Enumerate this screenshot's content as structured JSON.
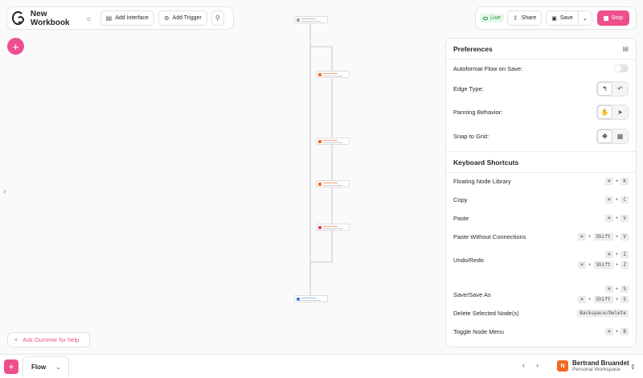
{
  "workbook": {
    "title": "New Workbook",
    "add_interface": "Add Interface",
    "add_trigger": "Add Trigger"
  },
  "status": {
    "live": "Live",
    "share": "Share",
    "save": "Save",
    "stop": "Stop"
  },
  "help": {
    "label": "Ask Gummie for help"
  },
  "preferences": {
    "title": "Preferences",
    "autoformat": "Autoformat Flow on Save:",
    "edge_type": "Edge Type:",
    "panning": "Panning Behavior:",
    "snap": "Snap to Grid:"
  },
  "shortcuts": {
    "title": "Keyboard Shortcuts",
    "items": [
      {
        "label": "Floating Node Library",
        "keys": [
          [
            "⌘",
            "+",
            "K"
          ]
        ]
      },
      {
        "label": "Copy",
        "keys": [
          [
            "⌘",
            "+",
            "C"
          ]
        ]
      },
      {
        "label": "Paste",
        "keys": [
          [
            "⌘",
            "+",
            "V"
          ]
        ]
      },
      {
        "label": "Paste Without Connections",
        "keys": [
          [
            "⌘",
            "+",
            "Shift",
            "+",
            "V"
          ]
        ]
      },
      {
        "label": "Undo/Redo",
        "keys": [
          [
            "⌘",
            "+",
            "Z"
          ],
          [
            "⌘",
            "+",
            "Shift",
            "+",
            "Z"
          ]
        ]
      },
      {
        "label": "Save/Save As",
        "keys": [
          [
            "⌘",
            "+",
            "S"
          ],
          [
            "⌘",
            "+",
            "Shift",
            "+",
            "S"
          ]
        ]
      },
      {
        "label": "Delete Selected Node(s)",
        "keys": [
          [
            "Backspace/Delete"
          ]
        ]
      },
      {
        "label": "Toggle Node Menu",
        "keys": [
          [
            "⌘",
            "+",
            "B"
          ]
        ]
      }
    ]
  },
  "bottom": {
    "flow": "Flow",
    "user_name": "Bertrand Bruandet",
    "workspace": "Personal Workspace",
    "avatar_letter": "N"
  },
  "colors": {
    "accent": "#ec4f8c",
    "live": "#1d9b3b"
  }
}
